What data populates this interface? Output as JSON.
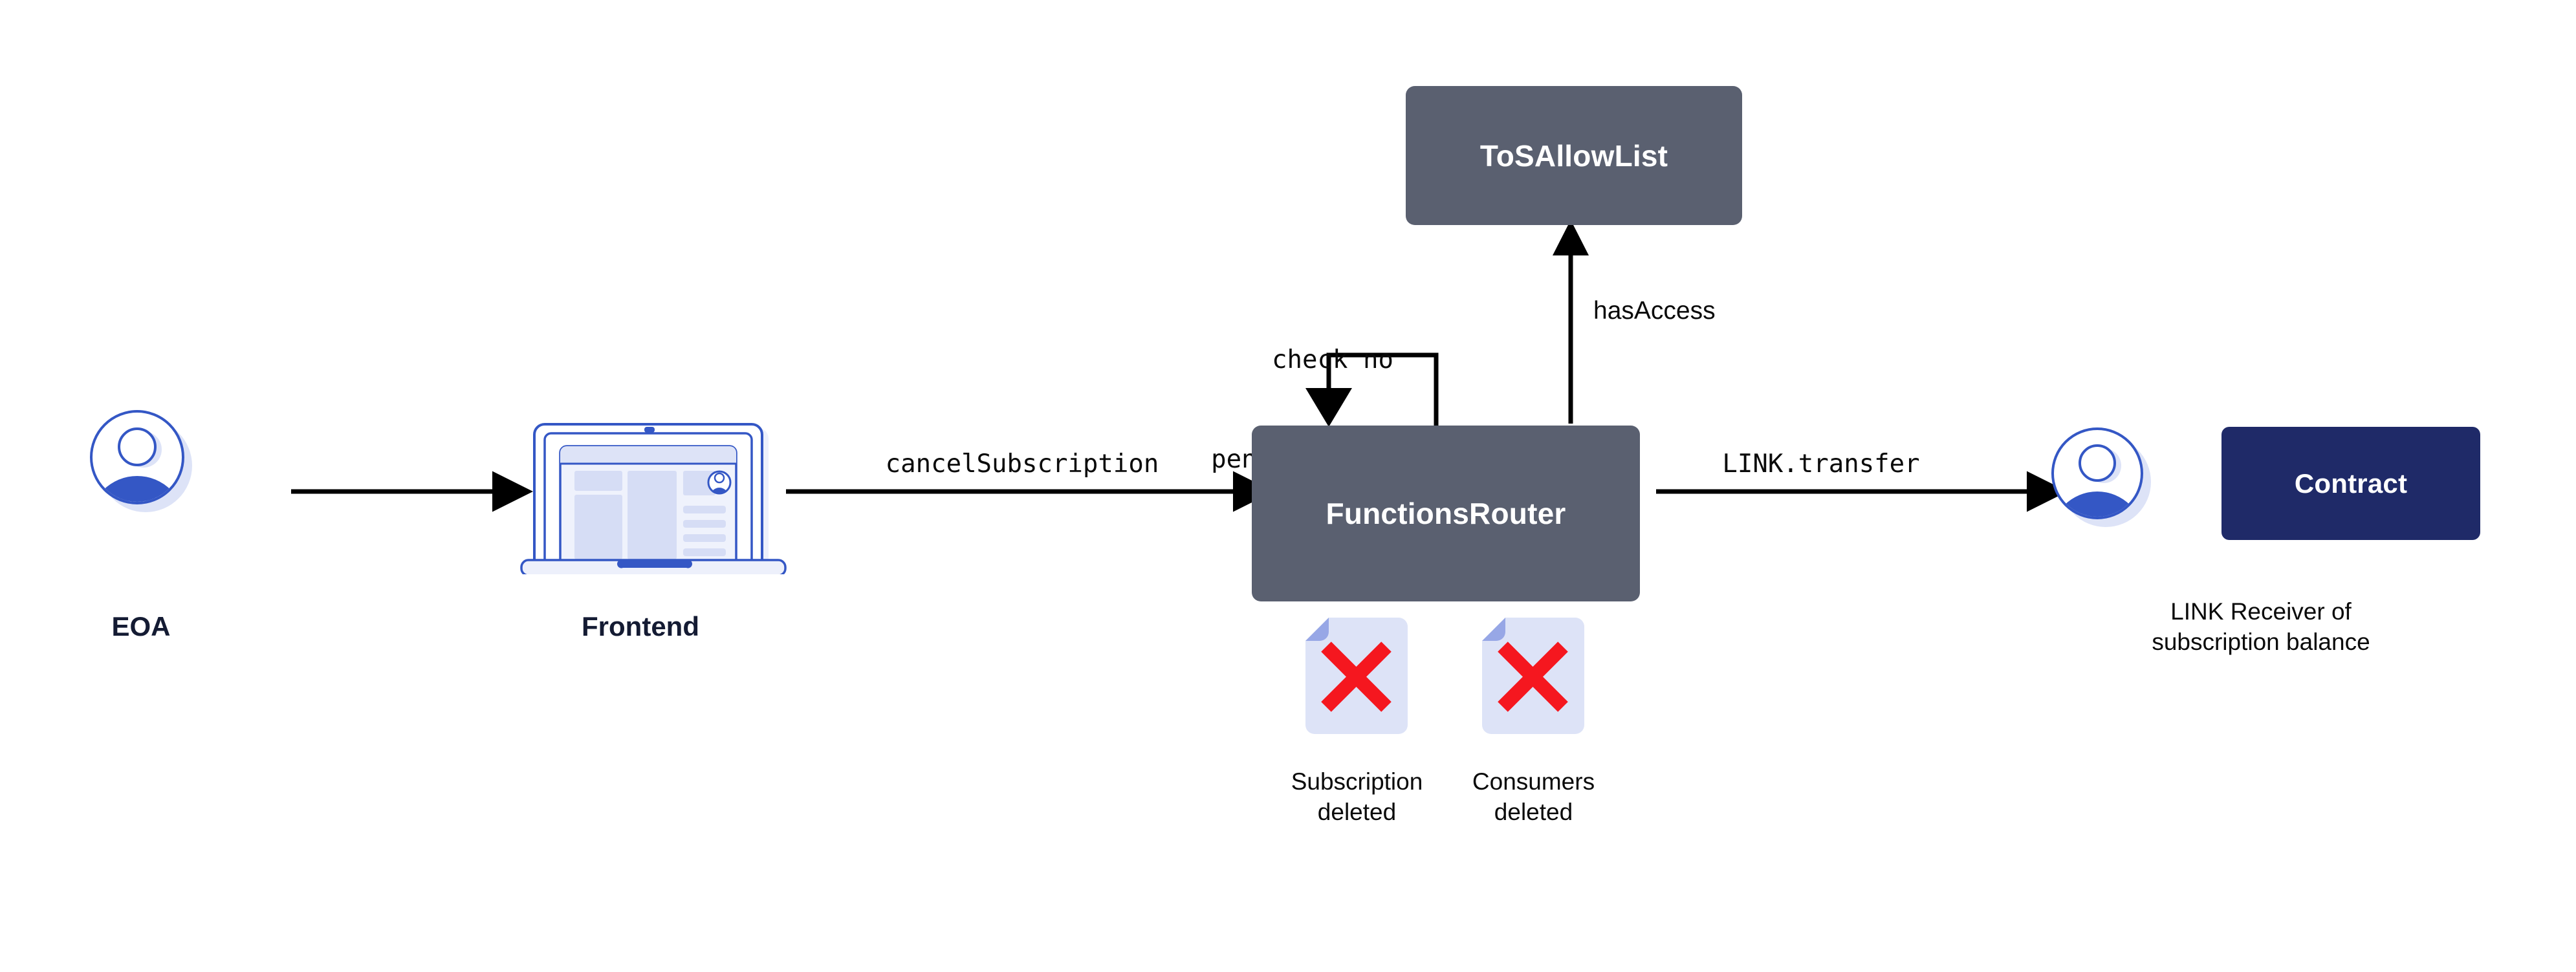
{
  "diagram": {
    "title_text_color": "#141B33",
    "colors": {
      "slate_node": "#5A6070",
      "navy_node": "#1F2A68",
      "accent_blue": "#3457C5",
      "accent_blue_light": "#DDE3F7",
      "doc_fold": "#97A7E6",
      "delete_red": "#F5171F",
      "edge_black": "#000000"
    },
    "nodes": [
      {
        "id": "eoa",
        "kind": "avatar-icon",
        "caption": "EOA"
      },
      {
        "id": "frontend",
        "kind": "laptop-icon",
        "caption": "Frontend"
      },
      {
        "id": "functions_router",
        "kind": "box-slate",
        "label": "FunctionsRouter"
      },
      {
        "id": "tos_allowlist",
        "kind": "box-slate",
        "label": "ToSAllowList"
      },
      {
        "id": "link_receiver",
        "kind": "avatar-icon",
        "caption": "LINK Receiver of\nsubscription balance"
      },
      {
        "id": "contract",
        "kind": "box-navy",
        "label": "Contract"
      }
    ],
    "captions": {
      "eoa": "EOA",
      "frontend": "Frontend",
      "link_receiver_line1": "LINK Receiver of",
      "link_receiver_line2": "subscription balance"
    },
    "box_labels": {
      "tos_allowlist": "ToSAllowList",
      "functions_router": "FunctionsRouter",
      "contract": "Contract"
    },
    "edges": [
      {
        "id": "eoa-to-frontend",
        "from": "eoa",
        "to": "frontend",
        "label": "",
        "style": "arrow-right"
      },
      {
        "id": "frontend-to-router",
        "from": "frontend",
        "to": "functions_router",
        "label": "cancelSubscription",
        "style": "arrow-right",
        "font": "mono"
      },
      {
        "id": "router-self-loop",
        "from": "functions_router",
        "to": "functions_router",
        "label": "check no\npending requests",
        "style": "self-loop",
        "font": "mono"
      },
      {
        "id": "router-to-tos-allowlist",
        "from": "functions_router",
        "to": "tos_allowlist",
        "label": "hasAccess",
        "style": "arrow-up",
        "font": "sans"
      },
      {
        "id": "router-to-link-receiver",
        "from": "functions_router",
        "to": "link_receiver",
        "label": "LINK.transfer",
        "style": "arrow-right",
        "font": "mono"
      }
    ],
    "edge_labels": {
      "cancel_subscription": "cancelSubscription",
      "check_no_pending_line1": "check no",
      "check_no_pending_line2": "pending requests",
      "has_access": "hasAccess",
      "link_transfer": "LINK.transfer"
    },
    "status_icons": [
      {
        "id": "subscription-deleted",
        "icon": "document-x-icon",
        "line1": "Subscription",
        "line2": "deleted"
      },
      {
        "id": "consumers-deleted",
        "icon": "document-x-icon",
        "line1": "Consumers",
        "line2": "deleted"
      }
    ],
    "status_labels": {
      "subscription_deleted_line1": "Subscription",
      "subscription_deleted_line2": "deleted",
      "consumers_deleted_line1": "Consumers",
      "consumers_deleted_line2": "deleted"
    }
  }
}
